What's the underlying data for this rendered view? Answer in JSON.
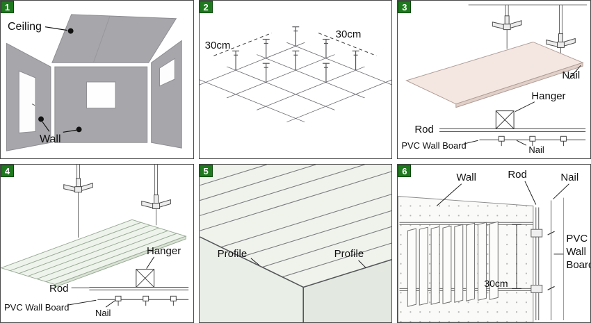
{
  "panels": {
    "p1": {
      "number": "1",
      "labels": {
        "ceiling": "Ceiling",
        "wall": "Wall"
      }
    },
    "p2": {
      "number": "2",
      "labels": {
        "dim_left": "30cm",
        "dim_right": "30cm"
      }
    },
    "p3": {
      "number": "3",
      "labels": {
        "nail_top": "Nail",
        "hanger": "Hanger",
        "rod": "Rod",
        "pvc_board": "PVC Wall Board",
        "nail_bottom": "Nail"
      }
    },
    "p4": {
      "number": "4",
      "labels": {
        "hanger": "Hanger",
        "rod": "Rod",
        "pvc_board": "PVC Wall Board",
        "nail": "Nail"
      }
    },
    "p5": {
      "number": "5",
      "labels": {
        "profile_left": "Profile",
        "profile_right": "Profile"
      }
    },
    "p6": {
      "number": "6",
      "labels": {
        "wall": "Wall",
        "rod": "Rod",
        "nail": "Nail",
        "pvc_line1": "PVC",
        "pvc_line2": "Wall",
        "pvc_line3": "Board",
        "dim": "30cm"
      }
    }
  },
  "colors": {
    "badge_green": "#1f7a1f",
    "wall_gray": "#a7a7ab",
    "board_pink": "#f4e7e1",
    "board_green": "#eef4eb"
  }
}
